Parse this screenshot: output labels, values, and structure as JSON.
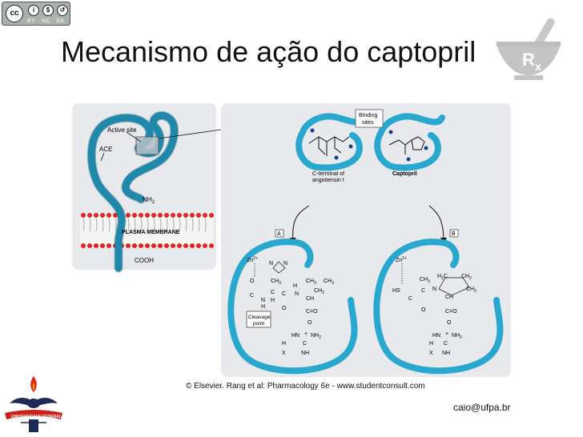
{
  "slide": {
    "title": "Mecanismo de ação do captopril",
    "email": "caio@ufpa.br"
  },
  "license_badge": {
    "cc": "cc",
    "by": "BY",
    "nc": "NC",
    "sa": "SA"
  },
  "figure": {
    "credit": "© Elsevier. Rang et al: Pharmacology 6e - www.studentconsult.com",
    "left_panel": {
      "active_site": "Active site",
      "ace": "ACE",
      "nh2": "NH",
      "nh2_sub": "2",
      "membrane": "PLASMA MEMBRANE",
      "cooh": "COOH"
    },
    "top_panel": {
      "binding_sites": [
        "Binding",
        "sites"
      ],
      "c_terminal": [
        "C-terminal of",
        "angiotensin I"
      ],
      "captopril": "Captopril"
    },
    "panel_a": {
      "letter": "A",
      "zn": "Zn",
      "zn_sup": "2+",
      "cleavage": [
        "Cleavage",
        "point"
      ],
      "ch3": "CH",
      "ch2": "CH",
      "sub3": "3",
      "sub2": "2",
      "h": "H",
      "n": "N",
      "c": "C",
      "o": "O",
      "c_eq_o": "C=O",
      "o_minus": "O",
      "hn": "HN",
      "nh2": "NH",
      "nh": "NH",
      "x": "X",
      "plus": "+"
    },
    "panel_b": {
      "letter": "B",
      "zn": "Zn",
      "zn_sup": "2+",
      "hs": "HS",
      "h2c": "H",
      "ch": "CH",
      "sub3": "3",
      "sub2": "2",
      "n": "N",
      "c": "C",
      "o": "O",
      "h": "H",
      "c_eq_o": "C=O",
      "o_minus": "O",
      "hn": "HN",
      "nh2": "NH",
      "nh": "NH",
      "x": "X",
      "plus": "+"
    }
  }
}
